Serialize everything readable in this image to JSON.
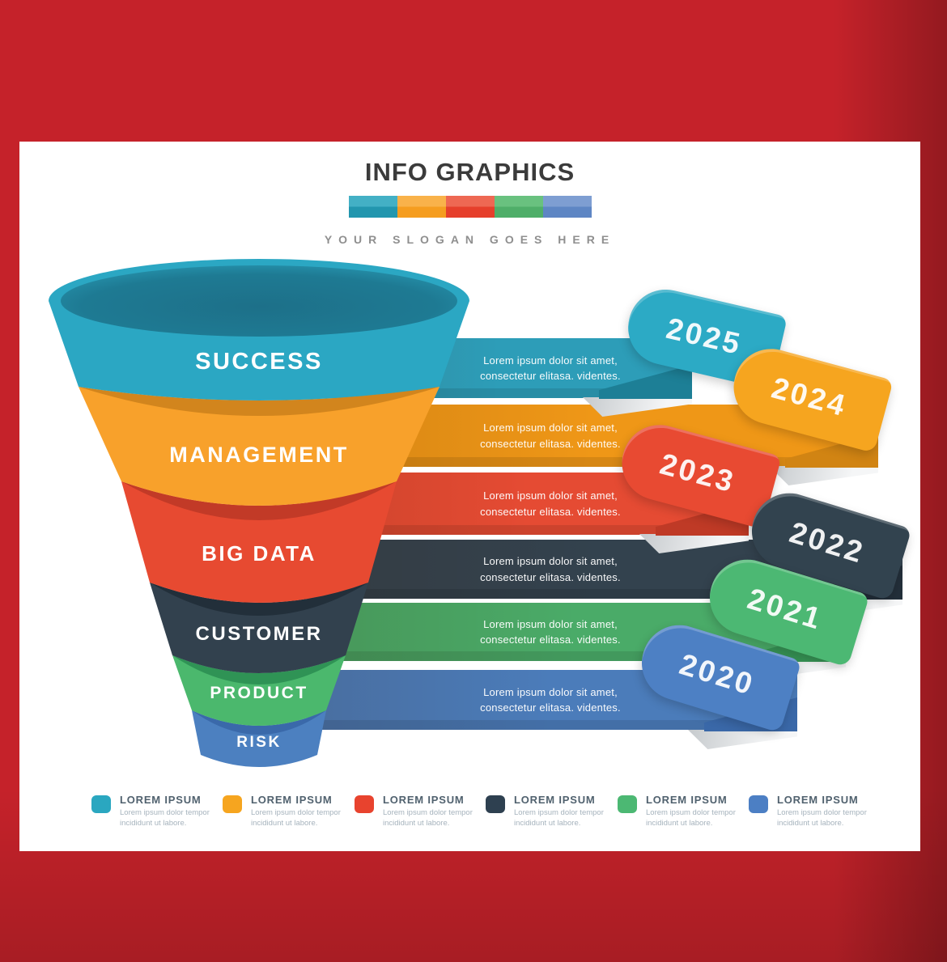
{
  "frame_color": "#c5222a",
  "header": {
    "title": "INFO GRAPHICS",
    "slogan": "YOUR SLOGAN GOES HERE",
    "palette": [
      "#2e9fb5",
      "#f6a425",
      "#e84a32",
      "#52b46c",
      "#5e86c4"
    ]
  },
  "rows": [
    {
      "year": "2025",
      "label": "SUCCESS",
      "color": "#2ba7c3",
      "bar_color": "#2d9db8",
      "dark_color": "#1d7f96",
      "line1": "Lorem ipsum dolor sit amet,",
      "line2": "consectetur  elitasa. videntes."
    },
    {
      "year": "2024",
      "label": "MANAGEMENT",
      "color": "#f6a51f",
      "bar_color": "#ef9717",
      "dark_color": "#d18413",
      "line1": "Lorem ipsum dolor sit amet,",
      "line2": "consectetur  elitasa. videntes."
    },
    {
      "year": "2023",
      "label": "BIG DATA",
      "color": "#e84a32",
      "bar_color": "#e54b33",
      "dark_color": "#bf3a26",
      "line1": "Lorem ipsum dolor sit amet,",
      "line2": "consectetur  elitasa. videntes."
    },
    {
      "year": "2022",
      "label": "CUSTOMER",
      "color": "#32434f",
      "bar_color": "#33424e",
      "dark_color": "#232f3a",
      "line1": "Lorem ipsum dolor sit amet,",
      "line2": "consectetur  elitasa. videntes."
    },
    {
      "year": "2021",
      "label": "PRODUCT",
      "color": "#4cb873",
      "bar_color": "#4aab68",
      "dark_color": "#379455",
      "line1": "Lorem ipsum dolor sit amet,",
      "line2": "consectetur  elitasa. videntes."
    },
    {
      "year": "2020",
      "label": "RISK",
      "color": "#4d80c4",
      "bar_color": "#4b7cba",
      "dark_color": "#3a68a8",
      "line1": "Lorem ipsum dolor sit amet,",
      "line2": "consectetur  elitasa. videntes."
    }
  ],
  "legend": {
    "items": [
      {
        "title": "LOREM IPSUM",
        "text": "Lorem ipsum dolor tempor incididunt ut labore.",
        "color": "#2aa7c0"
      },
      {
        "title": "LOREM IPSUM",
        "text": "Lorem ipsum dolor tempor incididunt ut labore.",
        "color": "#f6a51f"
      },
      {
        "title": "LOREM IPSUM",
        "text": "Lorem ipsum dolor tempor incididunt ut labore.",
        "color": "#e8432e"
      },
      {
        "title": "LOREM IPSUM",
        "text": "Lorem ipsum dolor tempor incididunt ut labore.",
        "color": "#2e4050"
      },
      {
        "title": "LOREM IPSUM",
        "text": "Lorem ipsum dolor tempor incididunt ut labore.",
        "color": "#4cb873"
      },
      {
        "title": "LOREM IPSUM",
        "text": "Lorem ipsum dolor tempor incididunt ut labore.",
        "color": "#4c7fc4"
      }
    ]
  }
}
